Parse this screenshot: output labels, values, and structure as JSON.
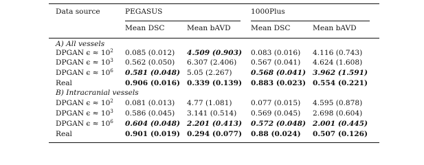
{
  "header": {
    "data_source": "Data source",
    "group1": "PEGASUS",
    "group2": "1000Plus",
    "metrics": [
      "Mean DSC",
      "Mean bAVD",
      "Mean DSC",
      "Mean bAVD"
    ]
  },
  "sections": [
    {
      "title": "A) All vessels",
      "rows": [
        {
          "label": "DPGAN ϵ ≈ 10",
          "exp": "2",
          "values": [
            "0.085 (0.012)",
            "4.509 (0.903)",
            "0.083 (0.016)",
            "4.116 (0.743)"
          ]
        },
        {
          "label": "DPGAN ϵ ≈ 10",
          "exp": "3",
          "values": [
            "0.562 (0.050)",
            "6.307 (2.406)",
            "0.567 (0.041)",
            "4.624 (1.608)"
          ]
        },
        {
          "label": "DPGAN ϵ ≈ 10",
          "exp": "6",
          "values": [
            "0.581 (0.048)",
            "5.05 (2.267)",
            "0.568 (0.041)",
            "3.962 (1.591)"
          ]
        },
        {
          "label": "Real",
          "exp": "",
          "values": [
            "0.906 (0.016)",
            "0.339 (0.139)",
            "0.883 (0.023)",
            "0.554 (0.221)"
          ]
        }
      ]
    },
    {
      "title": "B) Intracranial vessels",
      "rows": [
        {
          "label": "DPGAN ϵ ≈ 10",
          "exp": "2",
          "values": [
            "0.081 (0.013)",
            "4.77 (1.081)",
            "0.077 (0.015)",
            "4.595 (0.878)"
          ]
        },
        {
          "label": "DPGAN ϵ ≈ 10",
          "exp": "3",
          "values": [
            "0.586 (0.045)",
            "3.141 (0.514)",
            "0.569 (0.045)",
            "2.698 (0.604)"
          ]
        },
        {
          "label": "DPGAN ϵ ≈ 10",
          "exp": "6",
          "values": [
            "0.604 (0.048)",
            "2.201 (0.413)",
            "0.572 (0.048)",
            "2.001 (0.445)"
          ]
        },
        {
          "label": "Real",
          "exp": "",
          "values": [
            "0.901 (0.019)",
            "0.294 (0.077)",
            "0.88 (0.024)",
            "0.507 (0.126)"
          ]
        }
      ]
    }
  ]
}
